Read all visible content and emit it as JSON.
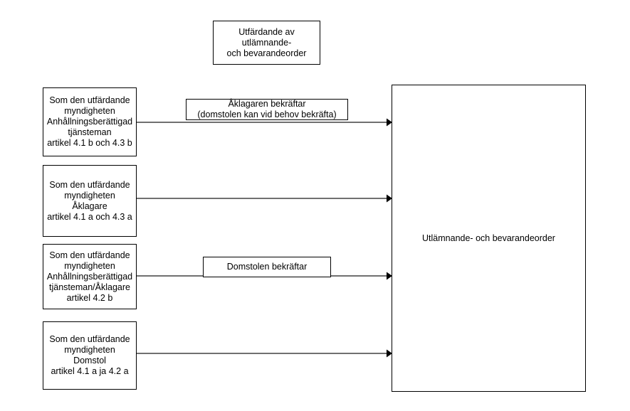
{
  "diagram": {
    "title_box": {
      "label": "Utfärdande av utlämnande-\noch bevarandeorder"
    },
    "source_boxes": [
      {
        "label": "Som den utfärdande\nmyndigheten\nAnhållningsberättigad\ntjänsteman\nartikel 4.1 b och 4.3 b"
      },
      {
        "label": "Som den utfärdande\nmyndigheten\nÅklagare\nartikel 4.1 a och 4.3 a"
      },
      {
        "label": "Som den utfärdande\nmyndigheten\nAnhållningsberättigad\ntjänsteman/Åklagare\nartikel 4.2 b"
      },
      {
        "label": "Som den utfärdande\nmyndigheten\nDomstol\nartikel 4.1 a ja 4.2 a"
      }
    ],
    "label_boxes": [
      {
        "label": "Åklagaren bekräftar\n(domstolen kan vid behov bekräfta)"
      },
      {
        "label": "Domstolen bekräftar"
      }
    ],
    "target_box": {
      "label": "Utlämnande- och bevarandeorder"
    },
    "connectors": [
      {
        "name": "arrow-source-0-to-target"
      },
      {
        "name": "arrow-source-1-to-target"
      },
      {
        "name": "arrow-source-2-to-target"
      },
      {
        "name": "arrow-source-3-to-target"
      }
    ],
    "colors": {
      "background": "#ffffff",
      "stroke": "#000000",
      "text": "#000000",
      "arrow": "#1a1a1a"
    }
  }
}
